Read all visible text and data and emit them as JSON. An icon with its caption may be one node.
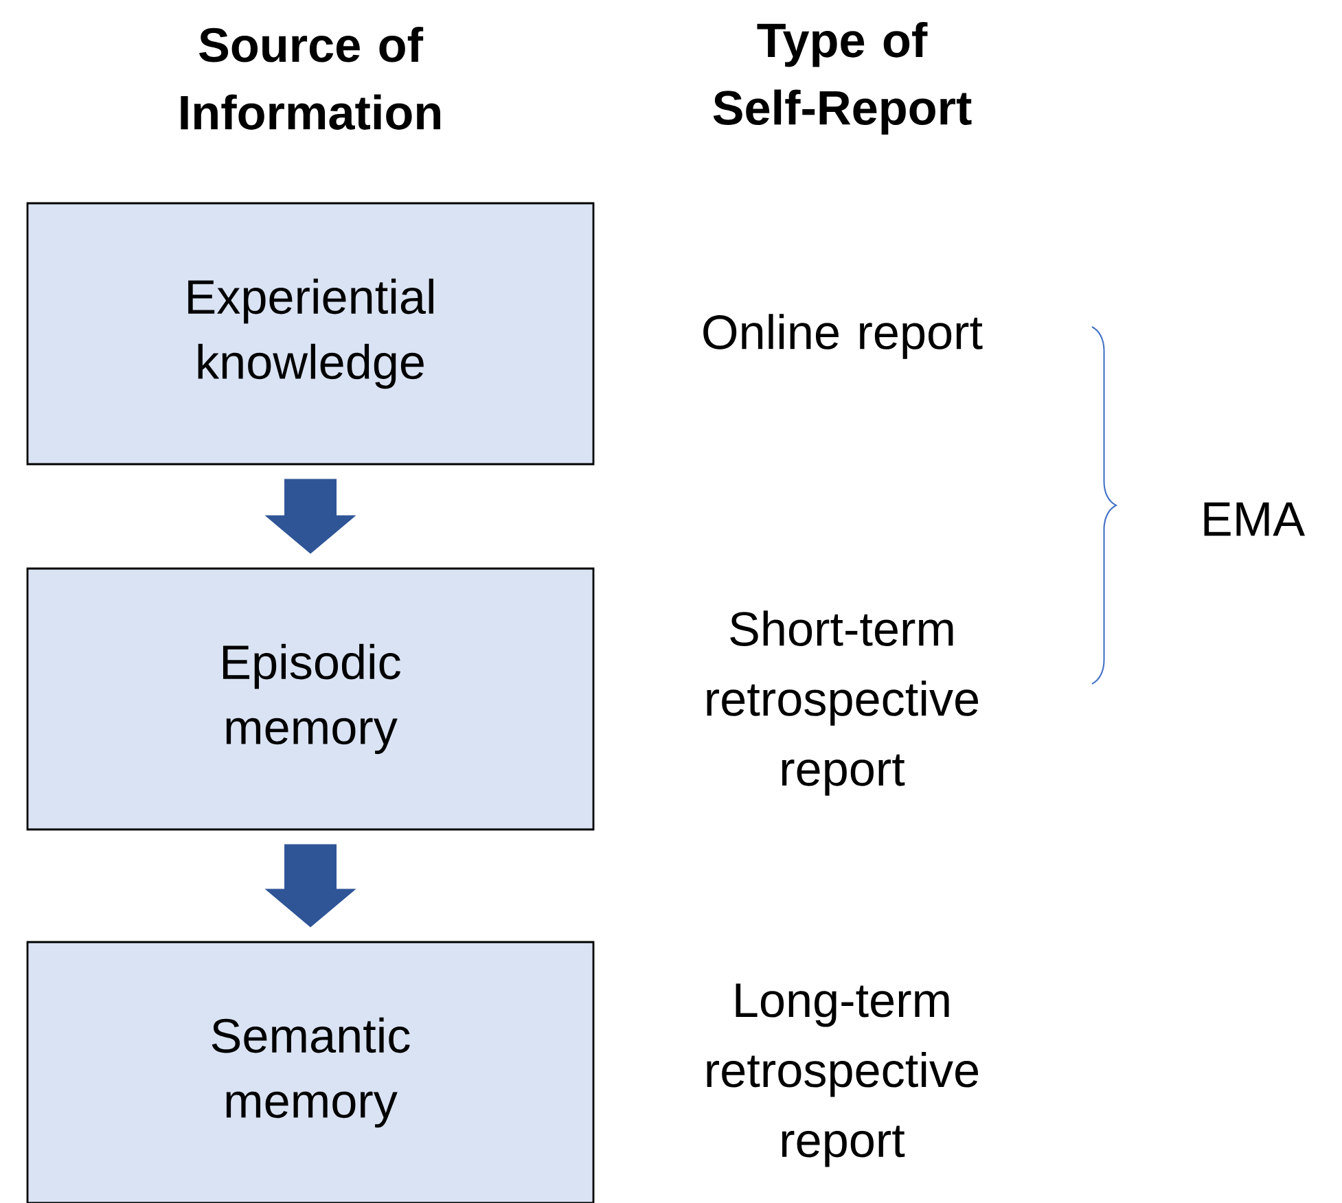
{
  "diagram": {
    "nodes": [
      {
        "text": [
          "Experiential knowledge"
        ]
      },
      {
        "text": [
          "Episodic memory"
        ]
      },
      {
        "text": [
          "Semantic memory"
        ]
      }
    ],
    "edges": [
      {
        "from": 0,
        "to": 1,
        "arrow": "to"
      },
      {
        "from": 1,
        "to": 2,
        "arrow": "to"
      }
    ],
    "labels": [
      "Source of Information",
      "Type of Self-Report",
      "Online report",
      "Short-term retrospective report",
      "Long-term retrospective report",
      "EMA"
    ]
  }
}
